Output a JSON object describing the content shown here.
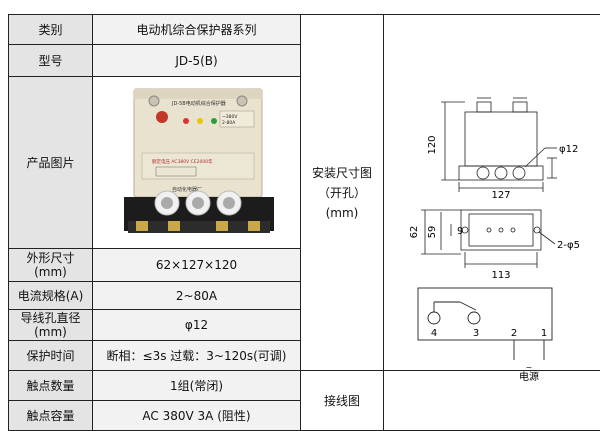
{
  "table": {
    "row_category": {
      "label": "类别",
      "value": "电动机综合保护器系列"
    },
    "row_model": {
      "label": "型号",
      "value": "JD-5(B)"
    },
    "row_image": {
      "label": "产品图片"
    },
    "row_dimensions": {
      "label_line1": "外形尺寸",
      "label_line2": "(mm)",
      "value": "62×127×120"
    },
    "row_current": {
      "label": "电流规格(A)",
      "value": "2~80A"
    },
    "row_wire_hole": {
      "label_line1": "导线孔直径",
      "label_line2": "(mm)",
      "value": "φ12"
    },
    "row_protection": {
      "label": "保护时间",
      "value": "断相：≤3s 过载：3~120s(可调)"
    },
    "row_contacts": {
      "label": "触点数量",
      "value": "1组(常闭)"
    },
    "row_capacity": {
      "label": "触点容量",
      "value": "AC 380V  3A (阻性)"
    }
  },
  "install": {
    "label_line1": "安装尺寸图",
    "label_line2": "（开孔）",
    "label_line3": "(mm)",
    "dim_120": "120",
    "dim_12": "φ12",
    "dim_127": "127",
    "dim_62": "62",
    "dim_59": "59",
    "dim_9": "9",
    "dim_5": "2-φ5",
    "dim_113": "113"
  },
  "wiring": {
    "label": "接线图",
    "t4": "4",
    "t3": "3",
    "t2": "2",
    "t1": "1",
    "source": "电源"
  },
  "photo_text": {
    "brand": "JD-5B电动机综合保护器",
    "spec1": "~380V",
    "spec2": "2-80A",
    "rating": "额定电压 AC380V  CE2000年",
    "maker": "自动化电器厂"
  }
}
